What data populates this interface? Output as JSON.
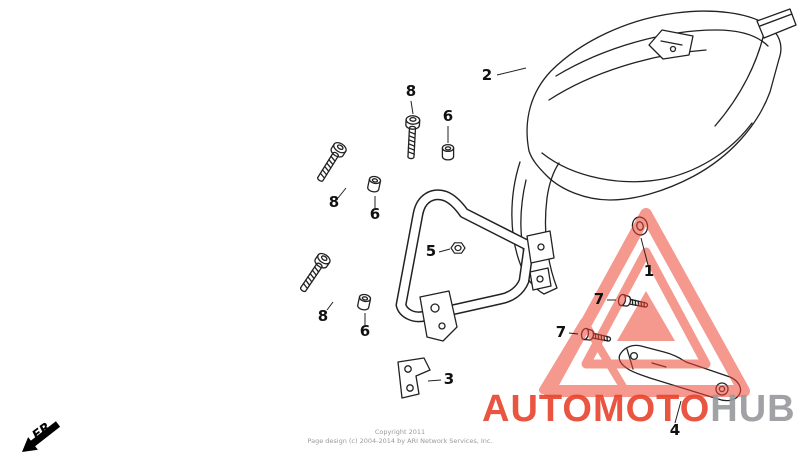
{
  "page": {
    "background_color": "#ffffff",
    "line_color": "#222222"
  },
  "diagram": {
    "callouts": [
      {
        "ref": "2"
      },
      {
        "ref": "8"
      },
      {
        "ref": "6"
      },
      {
        "ref": "8"
      },
      {
        "ref": "6"
      },
      {
        "ref": "5"
      },
      {
        "ref": "8"
      },
      {
        "ref": "6"
      },
      {
        "ref": "3"
      },
      {
        "ref": "1"
      },
      {
        "ref": "7"
      },
      {
        "ref": "7"
      },
      {
        "ref": "4"
      }
    ]
  },
  "direction_indicator": {
    "label": "FR."
  },
  "watermark": {
    "brand_part1": "AUTOMOTO",
    "brand_part2": "HUB",
    "color_primary": "#e8432d",
    "color_secondary": "#97999c",
    "logo_color": "#ee4433"
  },
  "footer": {
    "line1": "Copyright 2011",
    "line2": "Page design (c) 2004-2014 by ARI Network Services, Inc."
  }
}
